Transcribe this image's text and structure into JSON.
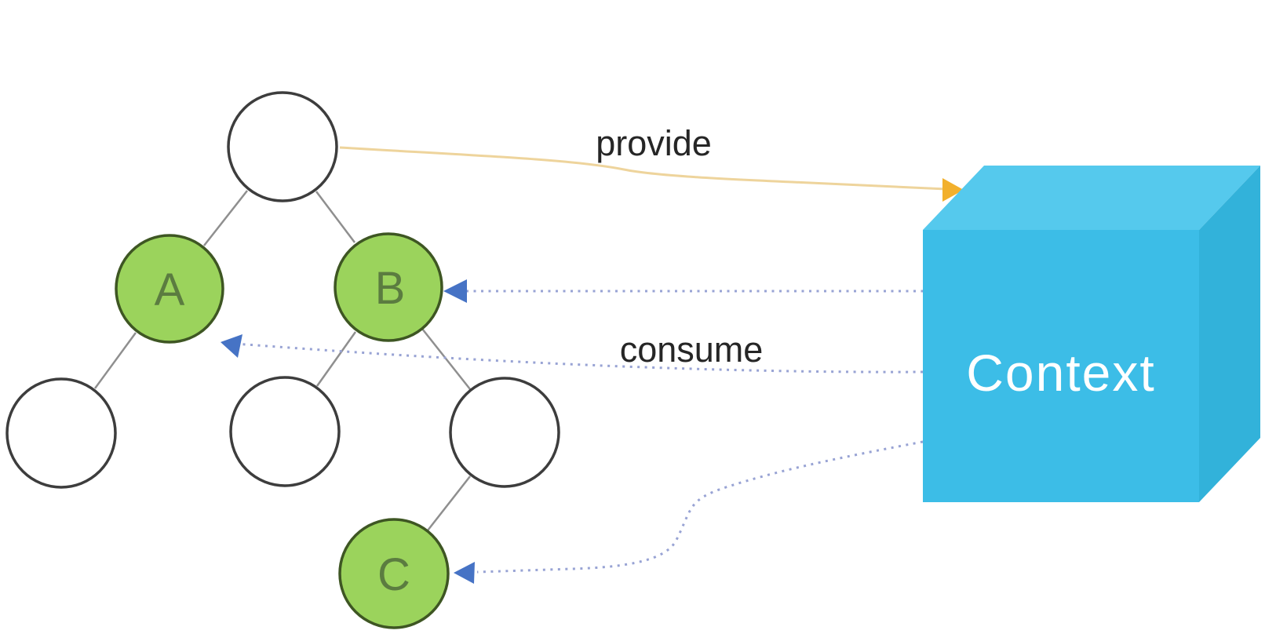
{
  "diagram": {
    "type": "react-context-provider-consumer",
    "background": "#ffffff",
    "tree": {
      "nodes": [
        {
          "id": "root",
          "label": "",
          "highlighted": false
        },
        {
          "id": "a",
          "label": "A",
          "highlighted": true
        },
        {
          "id": "b",
          "label": "B",
          "highlighted": true
        },
        {
          "id": "a-child",
          "label": "",
          "highlighted": false
        },
        {
          "id": "b-child-left",
          "label": "",
          "highlighted": false
        },
        {
          "id": "b-child-right",
          "label": "",
          "highlighted": false
        },
        {
          "id": "c",
          "label": "C",
          "highlighted": true
        }
      ],
      "edges": [
        [
          "root",
          "a"
        ],
        [
          "root",
          "b"
        ],
        [
          "a",
          "a-child"
        ],
        [
          "b",
          "b-child-left"
        ],
        [
          "b",
          "b-child-right"
        ],
        [
          "b-child-right",
          "c"
        ]
      ]
    },
    "cube": {
      "label": "Context"
    },
    "arrows": {
      "provide": {
        "label": "provide",
        "from": "root",
        "to": "Context",
        "style": "solid-curved"
      },
      "consume": {
        "label": "consume",
        "from": "Context",
        "to": [
          "B",
          "A",
          "C"
        ],
        "style": "dotted"
      }
    },
    "colors": {
      "node_fill_green": "#9bd35c",
      "node_border_green": "#3e5623",
      "node_fill_plain": "#ffffff",
      "node_border_plain": "#3d3d3d",
      "node_letter": "#5b7c40",
      "edge_line": "#8f8f8f",
      "provide_line": "#eed49c",
      "provide_arrow": "#f2b02c",
      "consume_line": "#98a3d4",
      "consume_arrow": "#4673c5",
      "cube_top": "#55c9ed",
      "cube_front": "#3cbde7",
      "cube_right": "#32b2da",
      "label_text": "#262626",
      "cube_label_text": "#ffffff"
    }
  }
}
